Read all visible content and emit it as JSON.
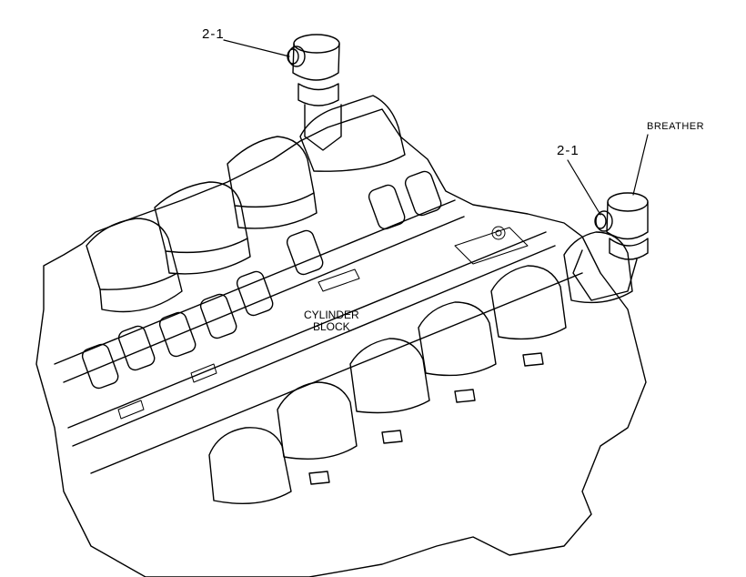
{
  "callouts": {
    "part_ref_left": "2-1",
    "part_ref_right": "2-1",
    "breather": "BREATHER",
    "cylinder_block_line1": "CYLINDER",
    "cylinder_block_line2": "BLOCK"
  },
  "colors": {
    "line": "#000000",
    "background": "#ffffff"
  }
}
